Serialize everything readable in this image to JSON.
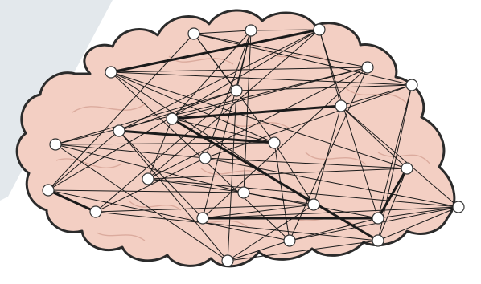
{
  "colors": {
    "background_wedge": "#e3e8ec",
    "brain_fill": "#f3cfc3",
    "brain_outline": "#2b2b2b",
    "sulci": "#d9a89a",
    "edge": "#1a1a1a",
    "node_fill": "#ffffff",
    "node_stroke": "#333333"
  },
  "network": {
    "node_count": 25,
    "edges": [
      [
        0,
        1,
        1
      ],
      [
        0,
        4,
        1
      ],
      [
        0,
        5,
        1
      ],
      [
        0,
        6,
        1
      ],
      [
        0,
        10,
        1
      ],
      [
        1,
        2,
        1
      ],
      [
        1,
        5,
        1
      ],
      [
        1,
        12,
        1
      ],
      [
        1,
        15,
        1
      ],
      [
        1,
        19,
        1
      ],
      [
        2,
        3,
        3
      ],
      [
        2,
        7,
        1
      ],
      [
        2,
        9,
        1
      ],
      [
        2,
        16,
        1
      ],
      [
        2,
        20,
        1
      ],
      [
        3,
        4,
        1
      ],
      [
        3,
        6,
        1
      ],
      [
        3,
        10,
        1
      ],
      [
        3,
        13,
        1
      ],
      [
        3,
        18,
        1
      ],
      [
        4,
        8,
        1
      ],
      [
        4,
        11,
        1
      ],
      [
        4,
        14,
        1
      ],
      [
        4,
        22,
        1
      ],
      [
        5,
        6,
        1
      ],
      [
        5,
        9,
        1
      ],
      [
        5,
        17,
        1
      ],
      [
        5,
        23,
        1
      ],
      [
        6,
        7,
        1
      ],
      [
        6,
        12,
        1
      ],
      [
        6,
        20,
        1
      ],
      [
        7,
        8,
        3
      ],
      [
        7,
        13,
        1
      ],
      [
        7,
        21,
        1
      ],
      [
        8,
        14,
        1
      ],
      [
        8,
        24,
        3
      ],
      [
        9,
        10,
        3
      ],
      [
        9,
        16,
        1
      ],
      [
        9,
        19,
        1
      ],
      [
        10,
        11,
        1
      ],
      [
        10,
        18,
        1
      ],
      [
        10,
        22,
        1
      ],
      [
        11,
        12,
        1
      ],
      [
        11,
        15,
        1
      ],
      [
        11,
        23,
        1
      ],
      [
        12,
        13,
        1
      ],
      [
        12,
        17,
        1
      ],
      [
        13,
        14,
        1
      ],
      [
        13,
        20,
        3
      ],
      [
        13,
        24,
        1
      ],
      [
        14,
        15,
        1
      ],
      [
        14,
        21,
        1
      ],
      [
        15,
        16,
        1
      ],
      [
        15,
        18,
        1
      ],
      [
        16,
        17,
        3
      ],
      [
        16,
        22,
        1
      ],
      [
        17,
        18,
        1
      ],
      [
        17,
        24,
        1
      ],
      [
        18,
        19,
        1
      ],
      [
        18,
        23,
        1
      ],
      [
        19,
        20,
        3
      ],
      [
        19,
        21,
        1
      ],
      [
        20,
        21,
        1
      ],
      [
        20,
        22,
        1
      ],
      [
        21,
        22,
        1
      ],
      [
        21,
        24,
        1
      ],
      [
        22,
        23,
        1
      ],
      [
        23,
        24,
        1
      ],
      [
        0,
        16,
        1
      ],
      [
        1,
        8,
        1
      ],
      [
        2,
        14,
        1
      ],
      [
        3,
        22,
        1
      ],
      [
        4,
        19,
        1
      ],
      [
        5,
        11,
        1
      ],
      [
        6,
        24,
        1
      ],
      [
        7,
        18,
        1
      ],
      [
        8,
        10,
        1
      ],
      [
        9,
        23,
        1
      ],
      [
        12,
        21,
        1
      ],
      [
        15,
        20,
        1
      ]
    ]
  }
}
